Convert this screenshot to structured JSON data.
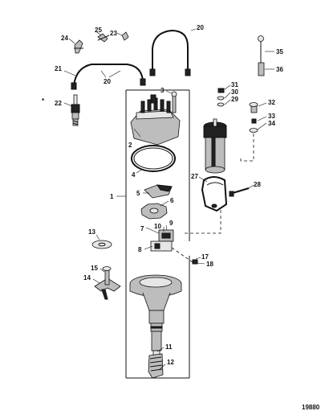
{
  "figure_number": "19880",
  "asterisk": "*",
  "callouts": [
    "1",
    "2",
    "3",
    "4",
    "5",
    "6",
    "7",
    "8",
    "9",
    "10",
    "11",
    "12",
    "13",
    "14",
    "15",
    "17",
    "18",
    "20",
    "21",
    "22",
    "23",
    "24",
    "25",
    "27",
    "28",
    "29",
    "30",
    "31",
    "32",
    "33",
    "34",
    "35",
    "36"
  ],
  "parts": {
    "distributor_assembly": "1",
    "cap": "2",
    "cap_screw": "3",
    "gasket": "4",
    "rotor": "5",
    "reluctor": "6",
    "pickup": "7",
    "module": "8",
    "module_screw_a": "9",
    "module_screw_b": "10",
    "roll_pin": "11",
    "drive_gear": "12",
    "washer": "13",
    "clamp": "14",
    "clamp_bolt": "15",
    "ground_screw": "17",
    "ground_wire": "18",
    "coil_lead": "20",
    "plug_lead": "21",
    "spark_plug": "22",
    "clip_a": "23",
    "clip_b": "24",
    "clip_c": "25",
    "coil_bracket": "27",
    "bracket_bolt": "28",
    "coil_washer_a": "29",
    "coil_washer_b": "30",
    "coil_nut": "31",
    "terminal_stud": "32",
    "terminal_washer": "33",
    "terminal_nut": "34",
    "sensor_lead": "35",
    "connector": "36"
  }
}
